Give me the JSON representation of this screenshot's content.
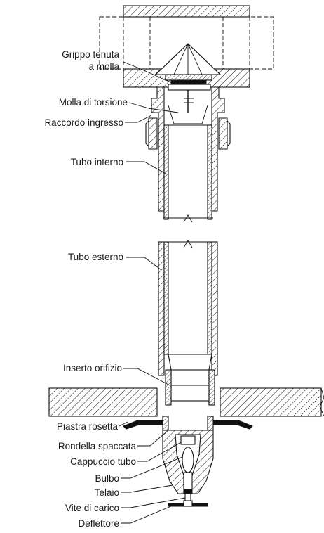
{
  "labels": {
    "grippo_tenuta": [
      "Grippo tenuta",
      "a molla"
    ],
    "molla_torsione": "Molla di torsione",
    "raccordo_ingresso": "Raccordo ingresso",
    "tubo_interno": "Tubo interno",
    "tubo_esterno": "Tubo esterno",
    "inserto_orifizio": "Inserto orifizio",
    "piastra_rosetta": "Piastra rosetta",
    "rondella_spaccata": "Rondella spaccata",
    "cappuccio_tubo": "Cappuccio tubo",
    "bulbo": "Bulbo",
    "telaio": "Telaio",
    "vite_carico": "Vite di carico",
    "deflettore": "Deflettore"
  },
  "colors": {
    "line": "#111111",
    "background": "#ffffff",
    "text": "#1a1a1a"
  }
}
